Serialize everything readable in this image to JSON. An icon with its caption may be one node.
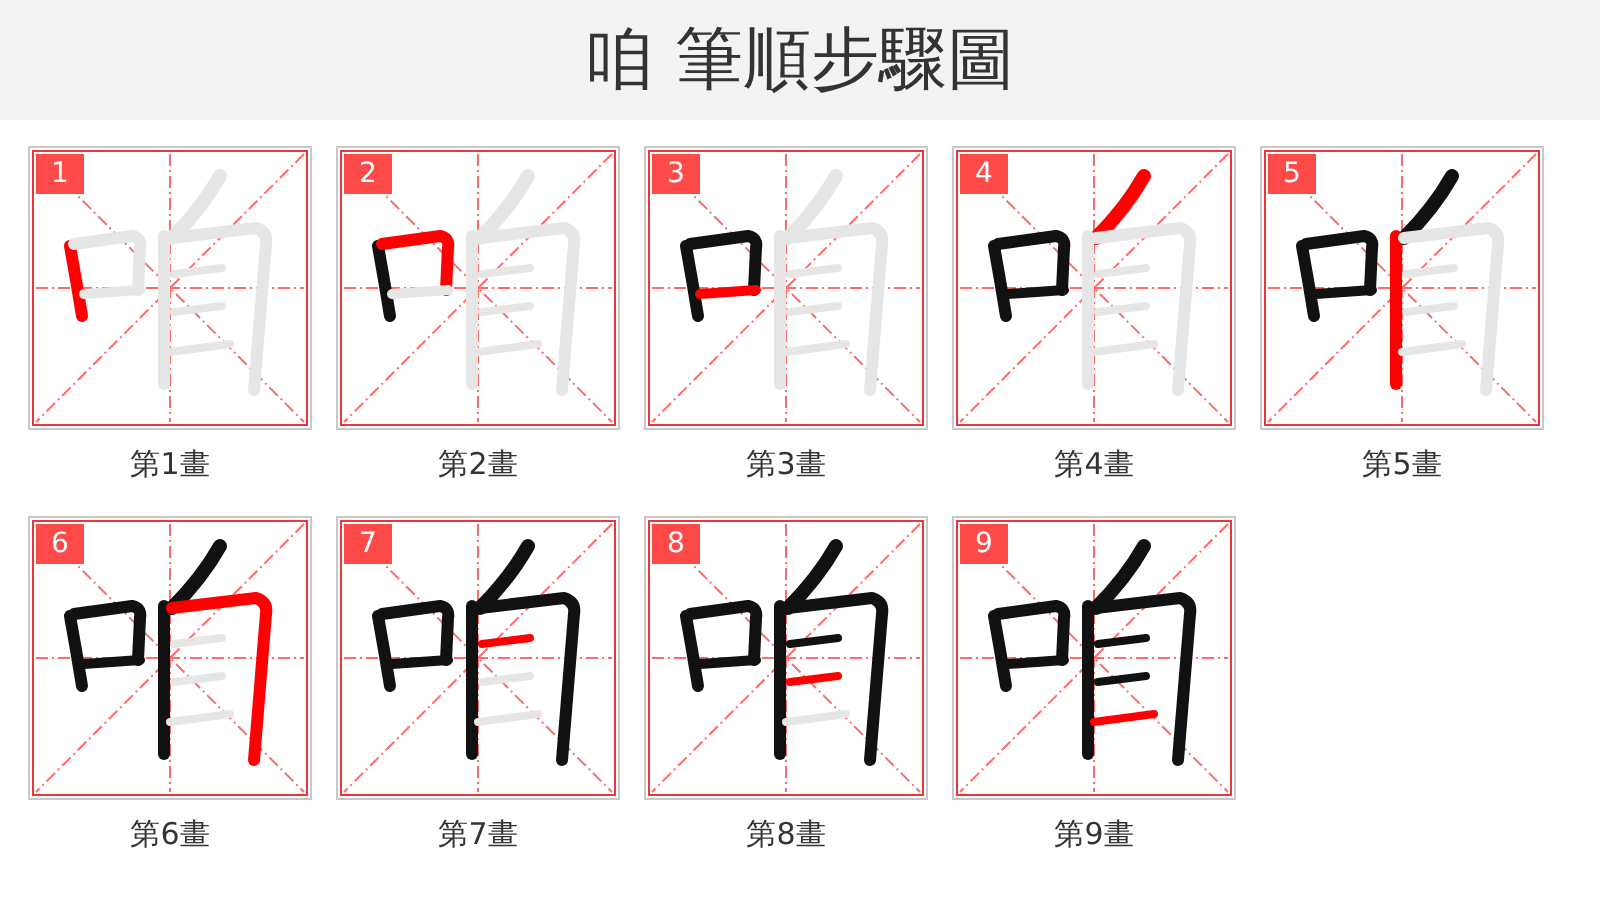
{
  "diagram": {
    "title": "咱 筆順步驟圖",
    "nodes": [
      {
        "text": [
          "1"
        ],
        "beside": [
          "第1畫"
        ]
      },
      {
        "text": [
          "2"
        ],
        "beside": [
          "第2畫"
        ]
      },
      {
        "text": [
          "3"
        ],
        "beside": [
          "第3畫"
        ]
      },
      {
        "text": [
          "4"
        ],
        "beside": [
          "第4畫"
        ]
      },
      {
        "text": [
          "5"
        ],
        "beside": [
          "第5畫"
        ]
      },
      {
        "text": [
          "6"
        ],
        "beside": [
          "第6畫"
        ]
      },
      {
        "text": [
          "7"
        ],
        "beside": [
          "第7畫"
        ]
      },
      {
        "text": [
          "8"
        ],
        "beside": [
          "第8畫"
        ]
      },
      {
        "text": [
          "9"
        ],
        "beside": [
          "第9畫"
        ]
      }
    ]
  }
}
